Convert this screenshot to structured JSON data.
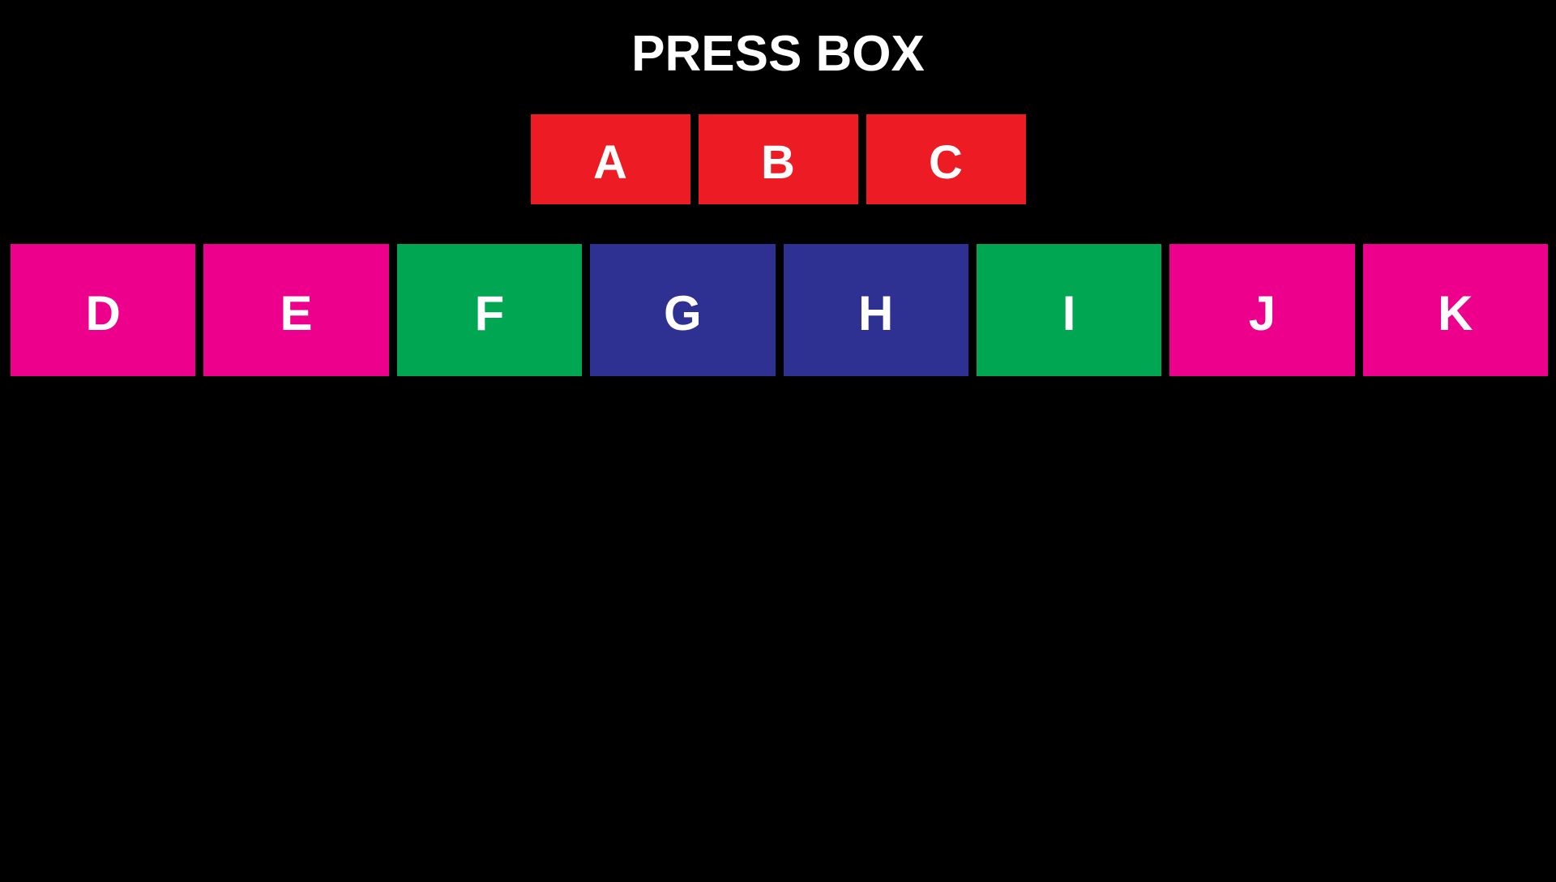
{
  "title": "PRESS BOX",
  "colors": {
    "background": "#000000",
    "label_text": "#FFFFFF",
    "red": "#ED1C24",
    "magenta": "#EC008C",
    "green": "#00A651",
    "navy": "#2E3192"
  },
  "press_box_row": {
    "sections": [
      {
        "label": "A",
        "color": "#ED1C24"
      },
      {
        "label": "B",
        "color": "#ED1C24"
      },
      {
        "label": "C",
        "color": "#ED1C24"
      }
    ]
  },
  "main_row": {
    "sections": [
      {
        "label": "D",
        "color": "#EC008C"
      },
      {
        "label": "E",
        "color": "#EC008C"
      },
      {
        "label": "F",
        "color": "#00A651"
      },
      {
        "label": "G",
        "color": "#2E3192"
      },
      {
        "label": "H",
        "color": "#2E3192"
      },
      {
        "label": "I",
        "color": "#00A651"
      },
      {
        "label": "J",
        "color": "#EC008C"
      },
      {
        "label": "K",
        "color": "#EC008C"
      }
    ]
  }
}
